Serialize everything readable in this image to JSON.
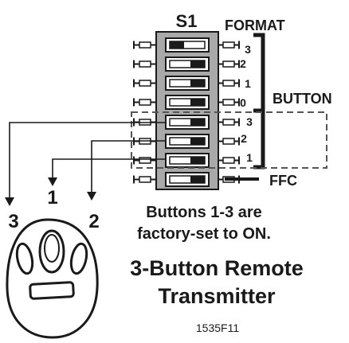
{
  "switch_label": "S1",
  "format_label": "FORMAT",
  "button_label": "BUTTON",
  "ffc_label": "FFC",
  "position_labels": [
    "3",
    "2",
    "1",
    "0",
    "3",
    "2",
    "1"
  ],
  "remote_button_numbers": [
    "3",
    "1",
    "2"
  ],
  "note_lines": [
    "Buttons 1-3 are",
    "factory-set to ON."
  ],
  "title_lines": [
    "3-Button Remote",
    "Transmitter"
  ],
  "figure_id": "1535F11",
  "switches": [
    {
      "position": "off"
    },
    {
      "position": "on"
    },
    {
      "position": "on"
    },
    {
      "position": "on"
    },
    {
      "position": "on"
    },
    {
      "position": "on"
    },
    {
      "position": "on"
    },
    {
      "position": "on"
    }
  ],
  "colors": {
    "ink": "#1a1a1a",
    "housing": "#a9a9a9",
    "dashed": "#555555"
  }
}
